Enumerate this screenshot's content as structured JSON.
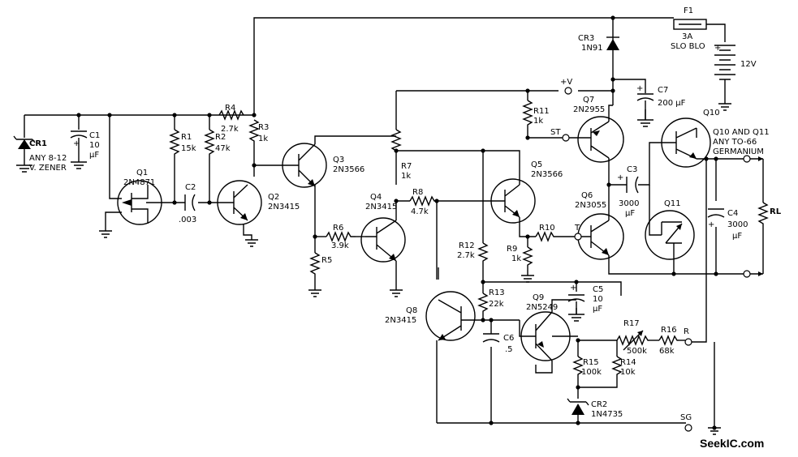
{
  "labels": {
    "cr1": "CR1",
    "cr1_desc1": "ANY 8-12",
    "cr1_desc2": "V. ZENER",
    "c1": "C1",
    "c1_val1": "10",
    "c1_val2": "μF",
    "q1": "Q1",
    "q1_type": "2N4871",
    "r1": "R1",
    "r1_val": "15k",
    "r2": "R2",
    "r2_val": "47k",
    "c2": "C2",
    "c2_val": ".003",
    "r4": "R4",
    "r4_val": "2.7k",
    "r3": "R3",
    "r3_val": "1k",
    "q2": "Q2",
    "q2_type": "2N3415",
    "q3": "Q3",
    "q3_type": "2N3566",
    "r6": "R6",
    "r6_val": "3.9k",
    "r5": "R5",
    "q4": "Q4",
    "q4_type": "2N3415",
    "r7": "R7",
    "r7_val": "1k",
    "r8": "R8",
    "r8_val": "4.7k",
    "r11": "R11",
    "r11_val": "1k",
    "plus_v": "+V",
    "st": "ST",
    "t": "T",
    "q5": "Q5",
    "q5_type": "2N3566",
    "r10": "R10",
    "r9": "R9",
    "r9_val": "1k",
    "q7": "Q7",
    "q7_type": "2N2955",
    "cr3": "CR3",
    "cr3_type": "1N91",
    "f1": "F1",
    "f1_val1": "3A",
    "f1_val2": "SLO BLO",
    "plus1": "+",
    "batt_val": "12V",
    "c7": "C7",
    "c7_val": "200 μF",
    "q10": "Q10",
    "q10_note1": "Q10 AND Q11",
    "q10_note2": "ANY TO-66",
    "q10_note3": "GERMANIUM",
    "c3": "C3",
    "c3_val1": "3000",
    "c3_val2": "μF",
    "q6": "Q6",
    "q6_type": "2N3055",
    "q11": "Q11",
    "c4": "C4",
    "c4_val1": "3000",
    "c4_val2": "μF",
    "rl": "RL",
    "r12": "R12",
    "r12_val": "2.7k",
    "r13": "R13",
    "r13_val": "22k",
    "q8": "Q8",
    "q8_type": "2N3415",
    "q9": "Q9",
    "q9_type": "2N5249",
    "c5": "C5",
    "c5_val1": "10",
    "c5_val2": "μF",
    "c6": "C6",
    "c6_val": ".5",
    "r17": "R17",
    "r17_val": "500k",
    "r16": "R16",
    "r16_val": "68k",
    "r": "R",
    "r15": "R15",
    "r15_val": "100k",
    "r14": "R14",
    "r14_val": "10k",
    "cr2": "CR2",
    "cr2_type": "1N4735",
    "sg": "SG",
    "watermark": "SeekIC.com"
  }
}
